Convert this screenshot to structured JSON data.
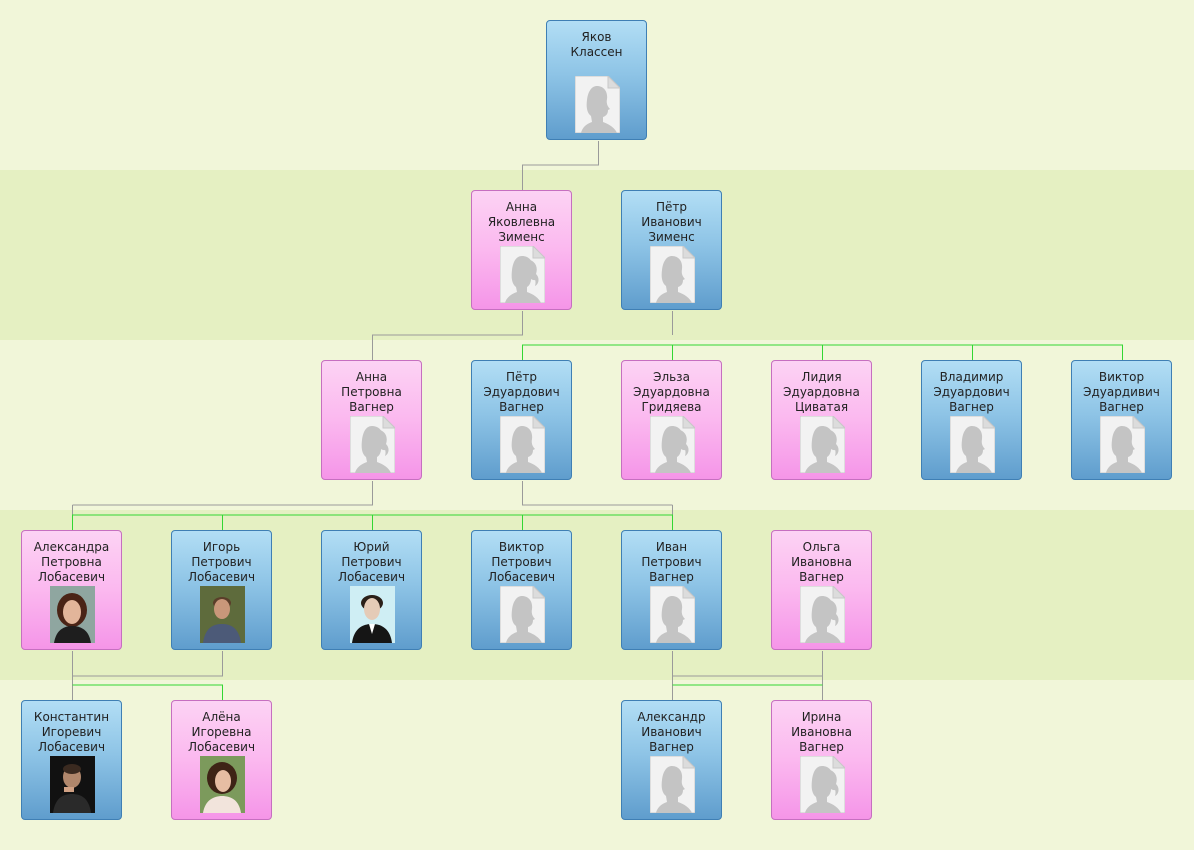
{
  "people": {
    "yakov": {
      "name": "Яков\nКлассен",
      "gender": "male",
      "photo": "silhouette"
    },
    "anna_z": {
      "name": "Анна\nЯковлевна\nЗименс",
      "gender": "female",
      "photo": "silhouette"
    },
    "petr_z": {
      "name": "Пётр\nИванович\nЗименс",
      "gender": "male",
      "photo": "silhouette"
    },
    "anna_v": {
      "name": "Анна\nПетровна\nВагнер",
      "gender": "female",
      "photo": "silhouette"
    },
    "petr_v": {
      "name": "Пётр\nЭдуардович\nВагнер",
      "gender": "male",
      "photo": "silhouette"
    },
    "elza": {
      "name": "Эльза\nЭдуардовна\nГридяева",
      "gender": "female",
      "photo": "silhouette"
    },
    "lidia": {
      "name": "Лидия\nЭдуардовна\nЦиватая",
      "gender": "female",
      "photo": "silhouette"
    },
    "vladimir": {
      "name": "Владимир\nЭдуардович\nВагнер",
      "gender": "male",
      "photo": "silhouette"
    },
    "viktor_v": {
      "name": "Виктор\nЭдуардивич\nВагнер",
      "gender": "male",
      "photo": "silhouette"
    },
    "alexandra": {
      "name": "Александра\nПетровна\nЛобасевич",
      "gender": "female",
      "photo": "portrait"
    },
    "igor": {
      "name": "Игорь\nПетрович\nЛобасевич",
      "gender": "male",
      "photo": "portrait"
    },
    "yuri": {
      "name": "Юрий\nПетрович\nЛобасевич",
      "gender": "male",
      "photo": "portrait"
    },
    "viktor_l": {
      "name": "Виктор\nПетрович\nЛобасевич",
      "gender": "male",
      "photo": "silhouette"
    },
    "ivan": {
      "name": "Иван\nПетрович\nВагнер",
      "gender": "male",
      "photo": "silhouette"
    },
    "olga": {
      "name": "Ольга\nИвановна\nВагнер",
      "gender": "female",
      "photo": "silhouette"
    },
    "konstantin": {
      "name": "Константин\nИгоревич\nЛобасевич",
      "gender": "male",
      "photo": "portrait"
    },
    "alena": {
      "name": "Алёна\nИгоревна\nЛобасевич",
      "gender": "female",
      "photo": "portrait"
    },
    "alexandr": {
      "name": "Александр\nИванович\nВагнер",
      "gender": "male",
      "photo": "silhouette"
    },
    "irina": {
      "name": "Ирина\nИвановна\nВагнер",
      "gender": "female",
      "photo": "silhouette"
    }
  },
  "colors": {
    "male_border": "#3f7fb4",
    "female_border": "#c66fc0",
    "parent_line": "#9a9a9a",
    "child_line": "#33d633",
    "band_light": "#f1f6d9",
    "band_dark": "#e5f0c2"
  },
  "icons": {
    "silhouette": "person-silhouette-icon",
    "portrait": "portrait-photo"
  }
}
